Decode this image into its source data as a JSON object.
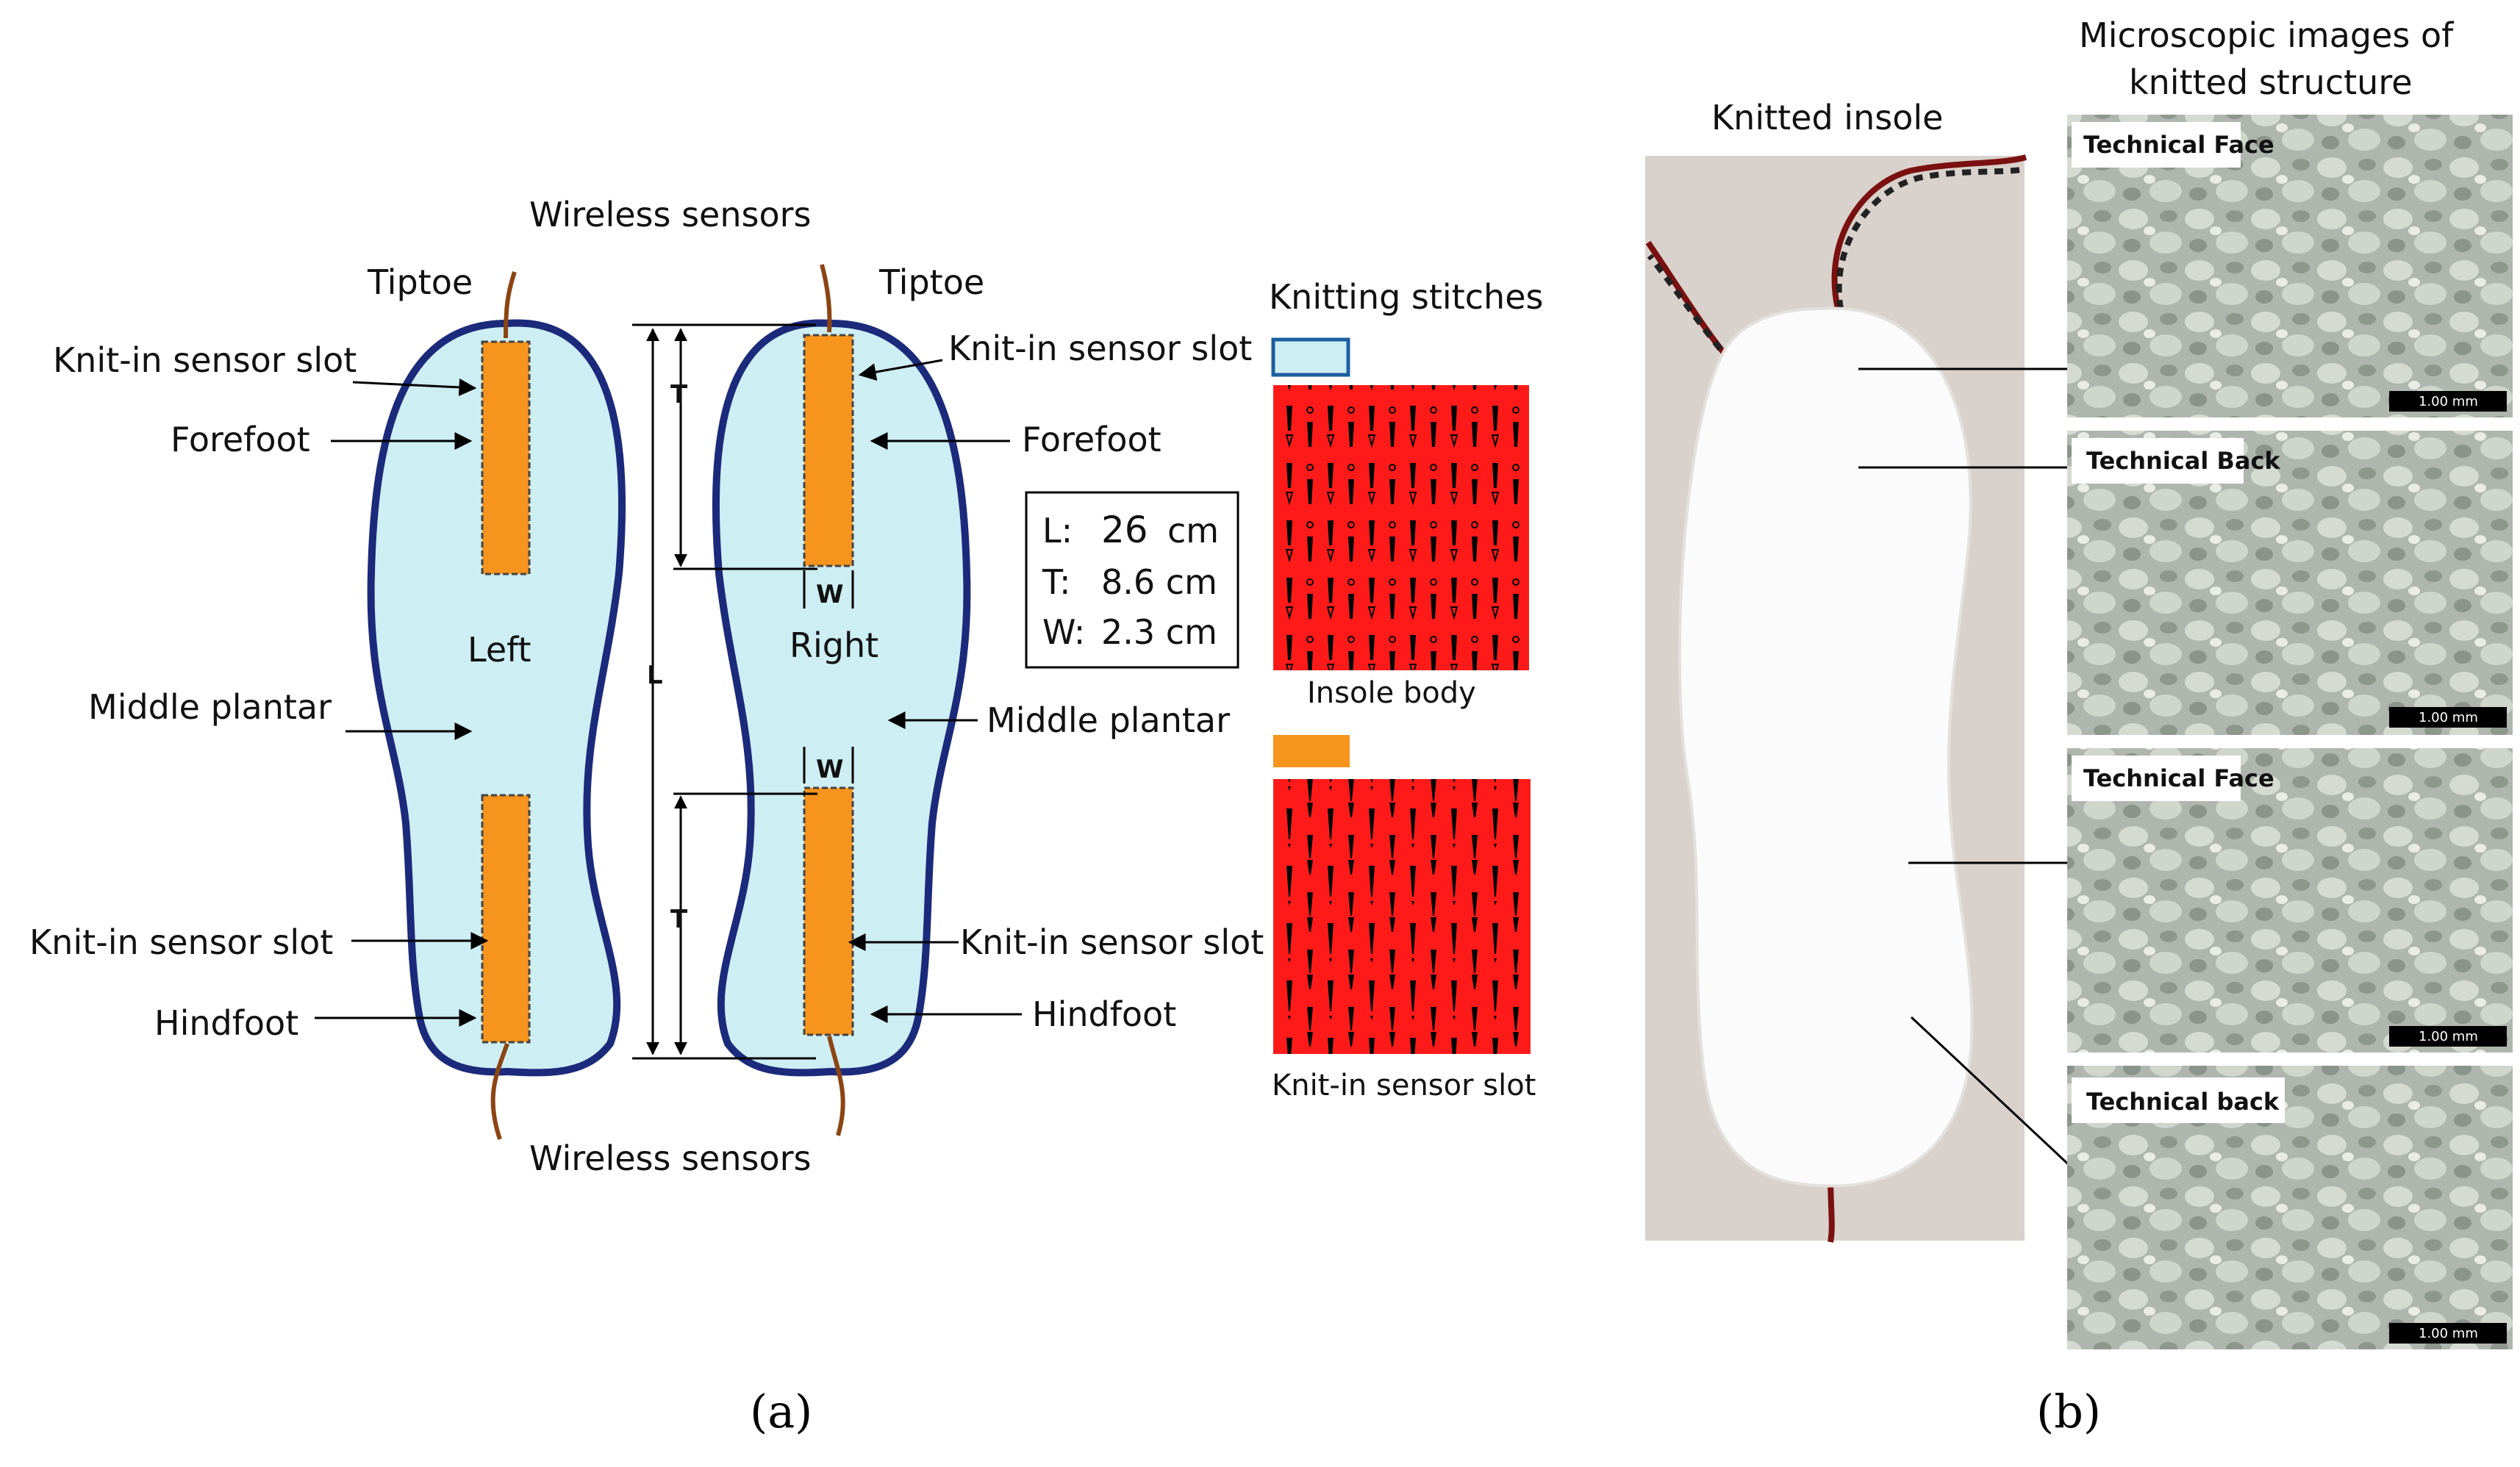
{
  "panel_a": {
    "wireless_top": "Wireless sensors",
    "wireless_bottom": "Wireless sensors",
    "tiptoe_left": "Tiptoe",
    "tiptoe_right": "Tiptoe",
    "slot_left_top": "Knit-in sensor slot",
    "slot_left_bottom": "Knit-in sensor slot",
    "slot_right_top": "Knit-in sensor slot",
    "slot_right_bottom": "Knit-in sensor slot",
    "forefoot_left": "Forefoot",
    "forefoot_right": "Forefoot",
    "left": "Left",
    "right": "Right",
    "middle_left": "Middle plantar",
    "middle_right": "Middle plantar",
    "hindfoot_left": "Hindfoot",
    "hindfoot_right": "Hindfoot",
    "dim_T": "T",
    "dim_L": "L",
    "dim_W": "W",
    "dims": {
      "l_key": "L:",
      "l_value": "26",
      "l_unit": "cm",
      "t_key": "T:",
      "t_value": "8.6 cm",
      "w_key": "W:",
      "w_value": "2.3 cm"
    },
    "knitting_title": "Knitting stitches",
    "insole_body": "Insole body",
    "sensor_slot": "Knit-in sensor slot",
    "caption": "(a)"
  },
  "panel_b": {
    "knitted_insole": "Knitted insole",
    "micro_title_1": "Microscopic images of",
    "micro_title_2": "knitted structure",
    "badges": [
      "Technical Face",
      "Technical Back",
      "Technical Face",
      "Technical back"
    ],
    "scale": "1.00 mm",
    "caption": "(b)"
  },
  "colors": {
    "insole_fill": "#cdeef3",
    "insole_outline": "#1b2a7a",
    "sensor_slot": "#f7941d",
    "stitch_red": "#ff1a1a",
    "wire": "#8b4513"
  }
}
